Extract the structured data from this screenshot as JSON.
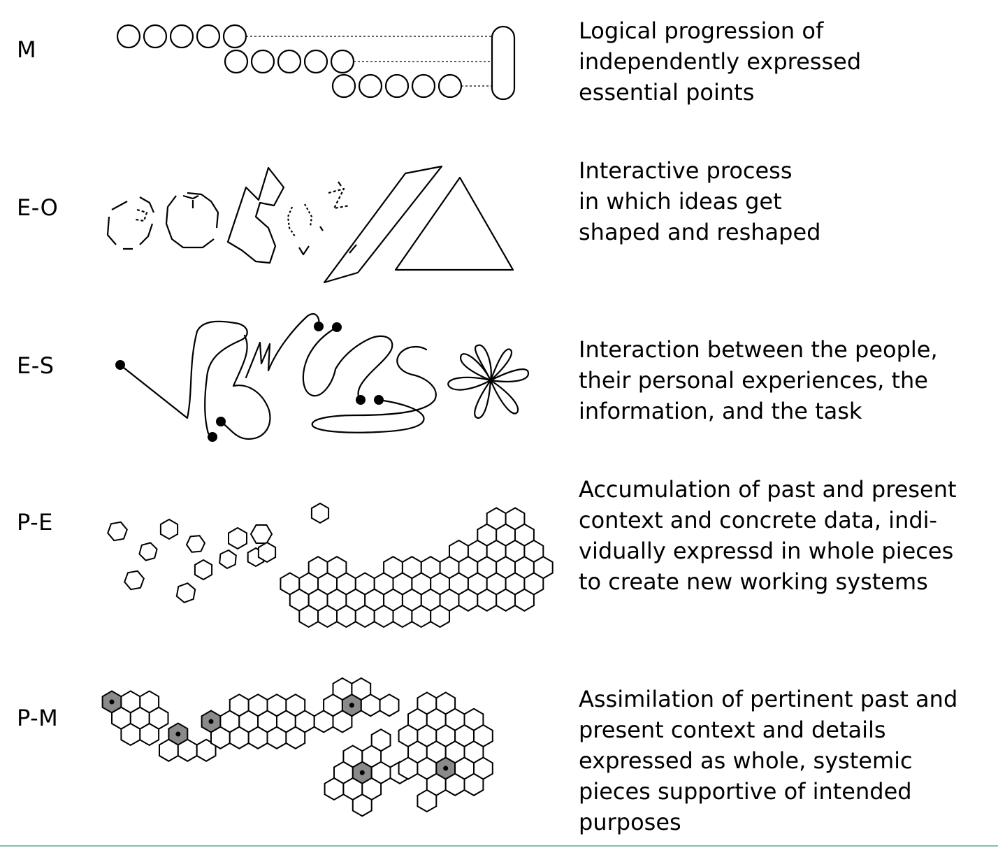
{
  "rows": [
    {
      "code": "M",
      "lines": [
        "Logical progression of",
        "independently expressed",
        "essential points"
      ]
    },
    {
      "code": "E-O",
      "lines": [
        "Interactive process",
        "in which ideas get",
        "shaped and reshaped"
      ]
    },
    {
      "code": "E-S",
      "lines": [
        "Interaction between the people,",
        "their personal experiences, the",
        "information, and the task"
      ]
    },
    {
      "code": "P-E",
      "lines": [
        "Accumulation of past and present",
        "context and concrete data, indi-",
        "vidually expressd in whole pieces",
        "to create new working systems"
      ]
    },
    {
      "code": "P-M",
      "lines": [
        "Assimilation of pertinent past and",
        "present context and details",
        "expressed as whole, systemic",
        "pieces supportive of intended",
        "purposes"
      ]
    }
  ]
}
